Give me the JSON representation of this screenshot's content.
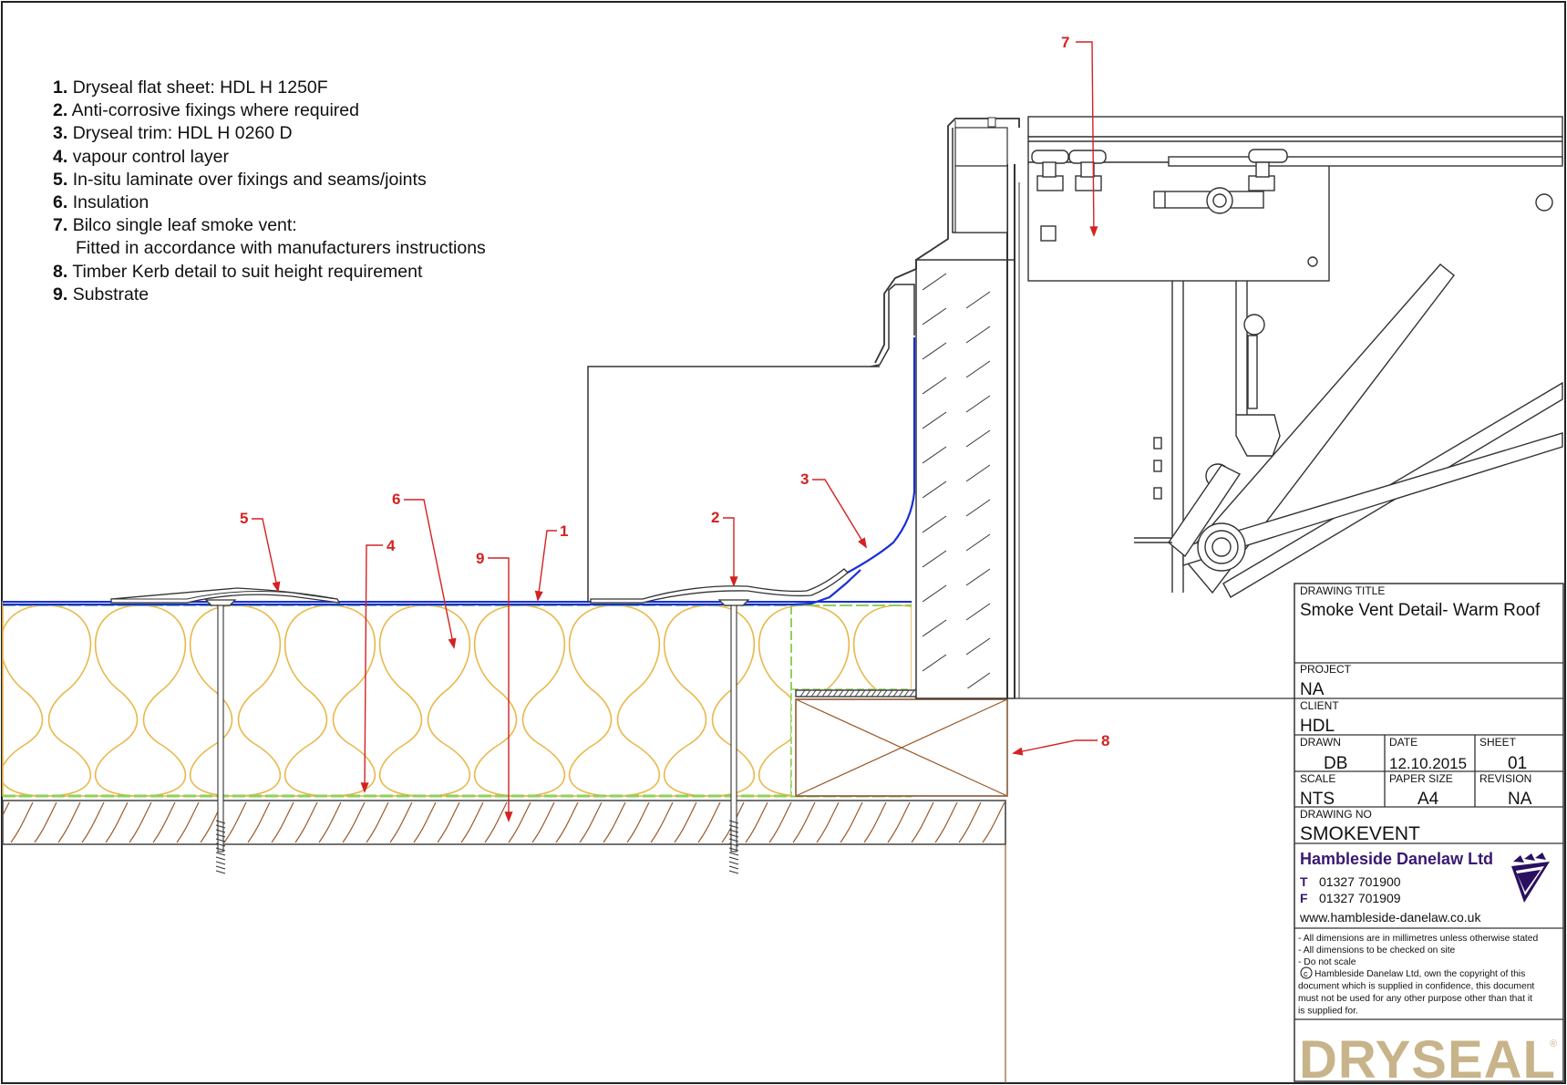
{
  "legend": [
    {
      "num": "1.",
      "text": "Dryseal flat sheet: HDL H 1250F"
    },
    {
      "num": "2.",
      "text": "Anti-corrosive fixings where required"
    },
    {
      "num": "3.",
      "text": "Dryseal trim: HDL H 0260 D"
    },
    {
      "num": "4.",
      "text": "vapour control layer"
    },
    {
      "num": "5.",
      "text": "In-situ laminate over fixings and seams/joints"
    },
    {
      "num": "6.",
      "text": "Insulation"
    },
    {
      "num": "7.",
      "text": "Bilco single leaf smoke vent:"
    },
    {
      "num": "",
      "text": "Fitted in accordance with manufacturers instructions"
    },
    {
      "num": "8.",
      "text": "Timber Kerb detail to suit height requirement"
    },
    {
      "num": "9.",
      "text": "Substrate"
    }
  ],
  "callouts": [
    "1",
    "2",
    "3",
    "4",
    "5",
    "6",
    "7",
    "8",
    "9"
  ],
  "title_block": {
    "drawing_title_label": "DRAWING TITLE",
    "drawing_title": "Smoke Vent Detail- Warm Roof",
    "project_label": "PROJECT",
    "project": "NA",
    "client_label": "CLIENT",
    "client": "HDL",
    "drawn_label": "DRAWN",
    "drawn": "DB",
    "date_label": "DATE",
    "date": "12.10.2015",
    "sheet_label": "SHEET",
    "sheet": "01",
    "scale_label": "SCALE",
    "scale": "NTS",
    "paper_size_label": "PAPER SIZE",
    "paper_size": "A4",
    "revision_label": "REVISION",
    "revision": "NA",
    "drawing_no_label": "DRAWING NO",
    "drawing_no": "SMOKEVENT",
    "company": "Hambleside Danelaw Ltd",
    "tel_label": "T",
    "tel": "01327 701900",
    "fax_label": "F",
    "fax": "01327 701909",
    "website": "www.hambleside-danelaw.co.uk",
    "notes": [
      "- All dimensions are in millimetres unless otherwise stated",
      "- All dimensions to be checked on site",
      "- Do not scale"
    ],
    "copyright_lines": [
      "Hambleside Danelaw Ltd, own the copyright of this",
      "document which is supplied in confidence, this document",
      "must not be used for any other purpose other than that it",
      "is supplied for."
    ],
    "brand": "DRYSEAL",
    "brand_mark": "®"
  },
  "colors": {
    "callout": "#d32222",
    "membrane": "#1a2fd6",
    "insulation": "#e8b84a",
    "vcl": "#8fd15a",
    "timber": "#9b5a2a",
    "brand": "#c8b48a",
    "company": "#3a1870"
  }
}
